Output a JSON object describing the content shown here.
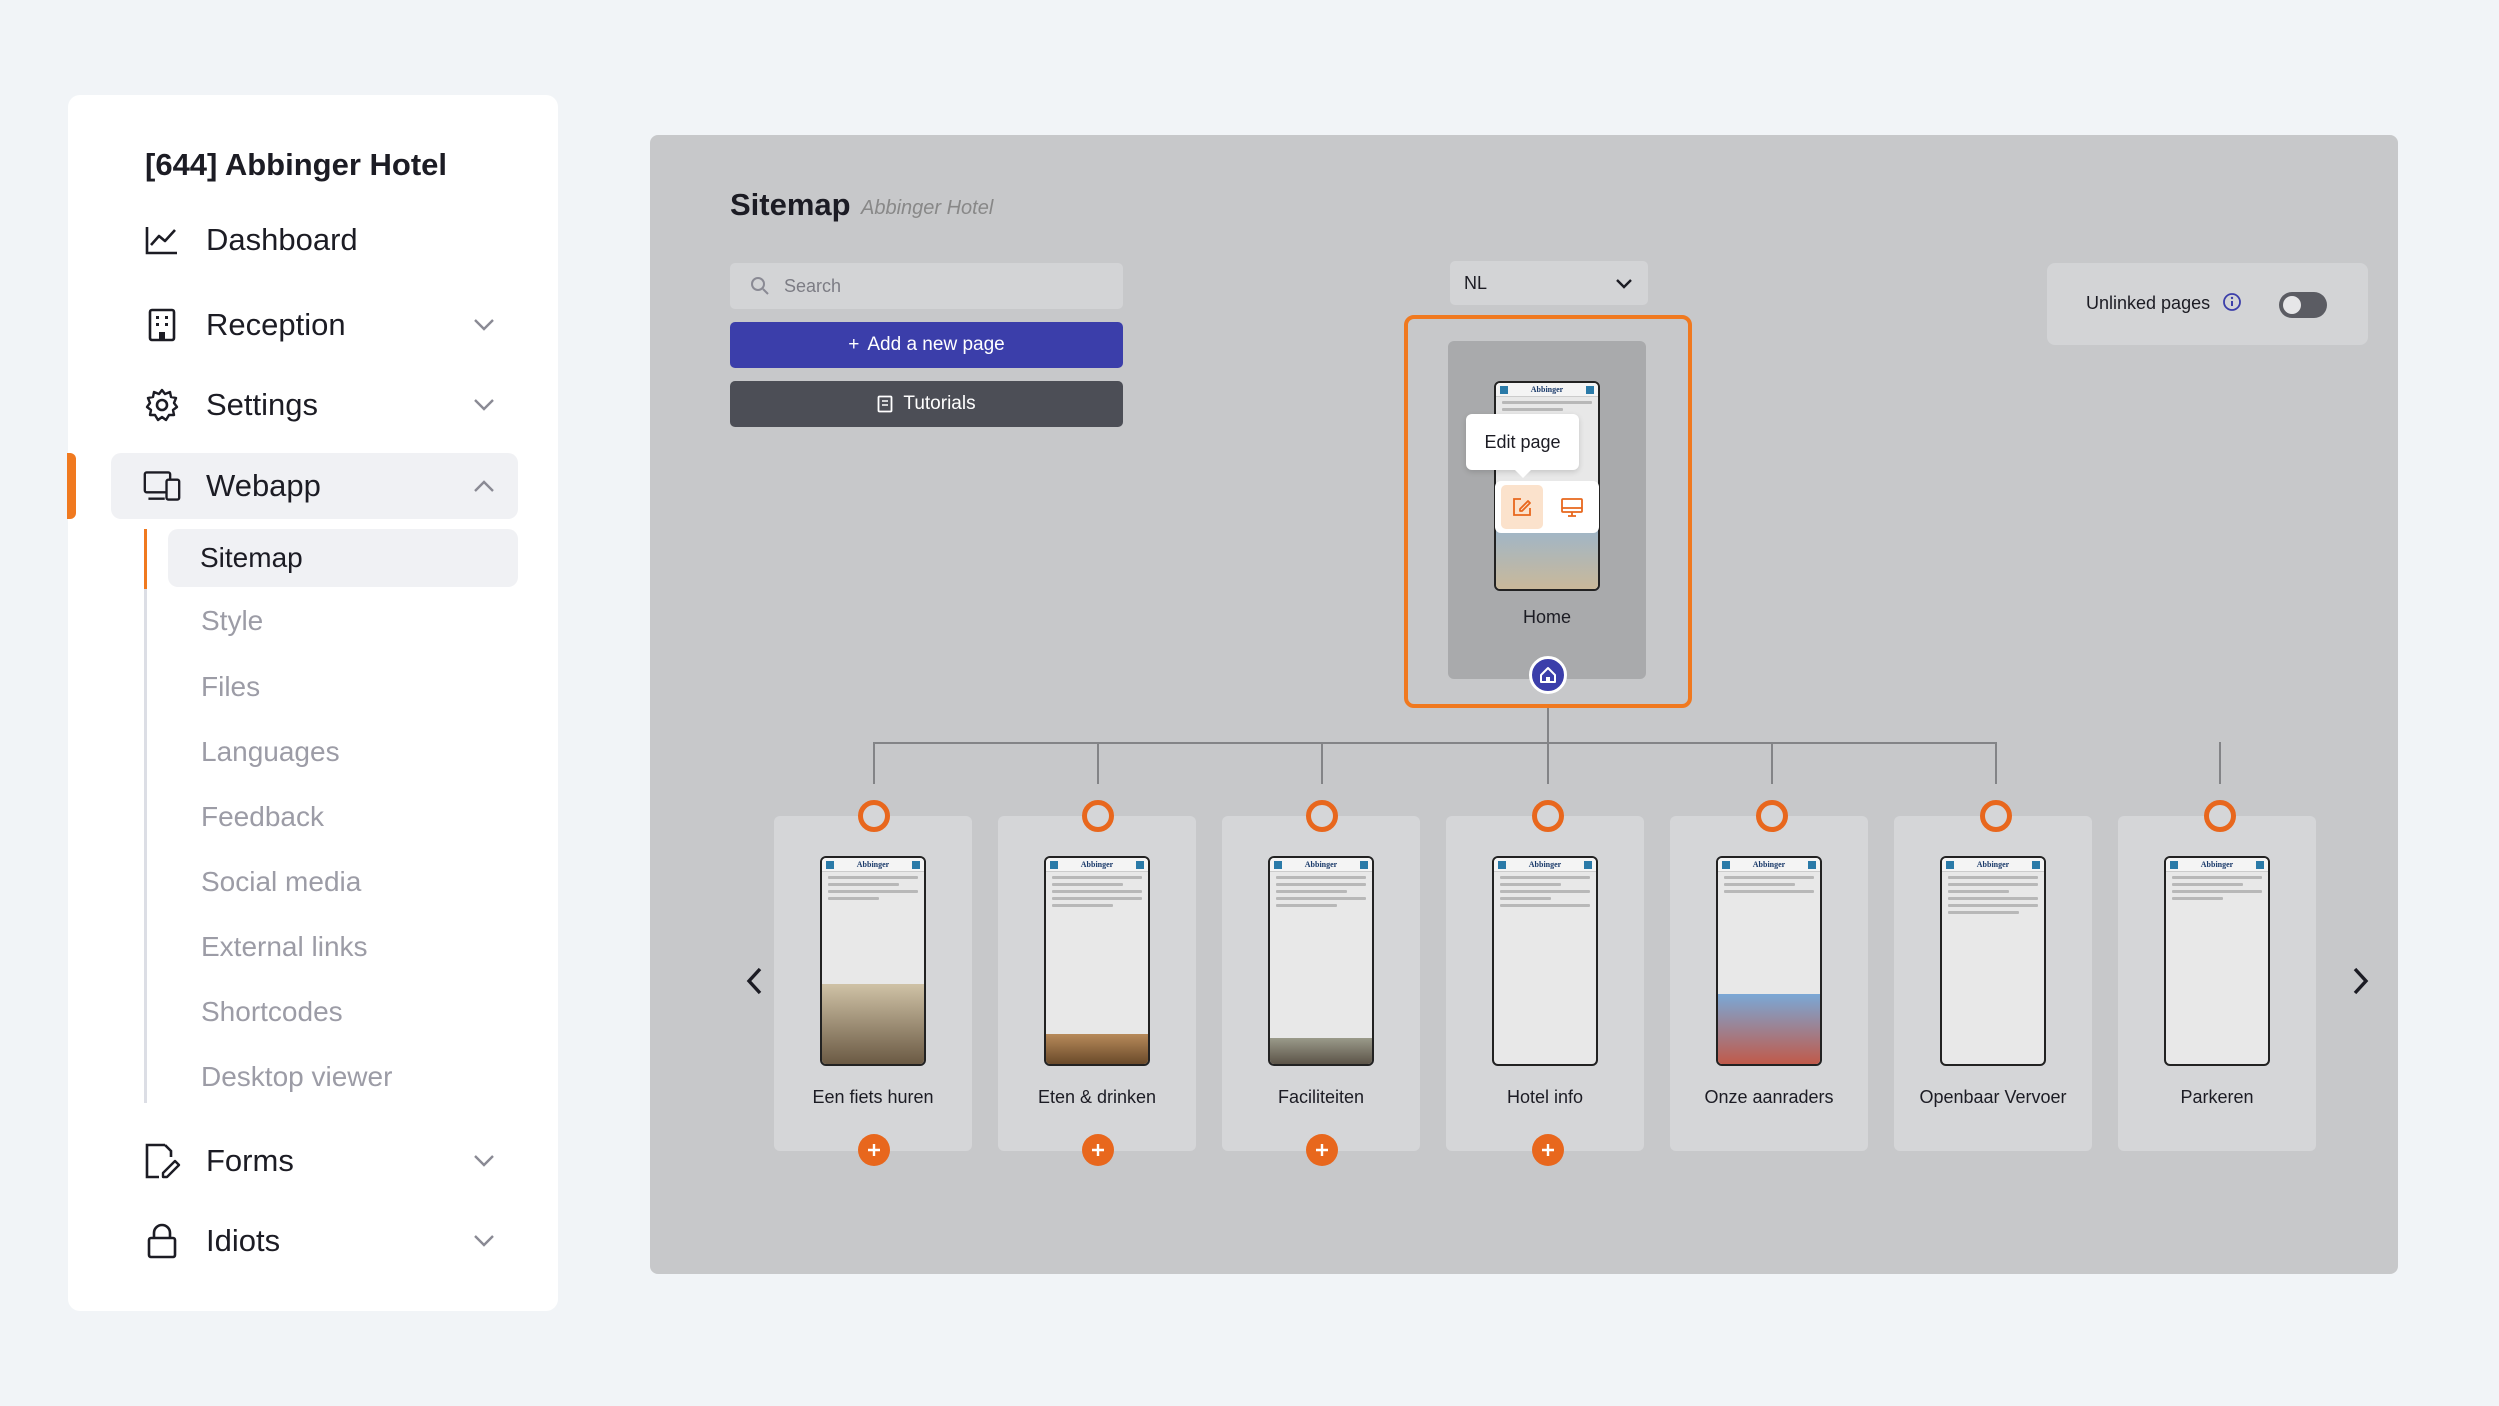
{
  "sidebar": {
    "brand": "[644] Abbinger Hotel",
    "nav": [
      {
        "label": "Dashboard",
        "icon": "chart-line-icon"
      },
      {
        "label": "Reception",
        "icon": "building-icon"
      },
      {
        "label": "Settings",
        "icon": "gear-icon"
      },
      {
        "label": "Webapp",
        "icon": "devices-icon"
      },
      {
        "label": "Forms",
        "icon": "file-edit-icon"
      },
      {
        "label": "Idiots",
        "icon": "lock-icon"
      }
    ],
    "webapp_sub": [
      "Sitemap",
      "Style",
      "Files",
      "Languages",
      "Feedback",
      "Social media",
      "External links",
      "Shortcodes",
      "Desktop viewer"
    ]
  },
  "main": {
    "title": "Sitemap",
    "subtitle": "Abbinger Hotel",
    "search_placeholder": "Search",
    "add_page_label": "Add a new page",
    "tutorials_label": "Tutorials",
    "language": "NL",
    "unlinked_label": "Unlinked pages",
    "unlinked_enabled": false,
    "home": {
      "label": "Home",
      "tooltip": "Edit page",
      "phone_brand": "Abbinger"
    },
    "children": [
      {
        "label": "Een fiets huren",
        "brand": "Abbinger"
      },
      {
        "label": "Eten & drinken",
        "brand": "Abbinger"
      },
      {
        "label": "Faciliteiten",
        "brand": "Abbinger"
      },
      {
        "label": "Hotel info",
        "brand": "Abbinger"
      },
      {
        "label": "Onze aanraders",
        "brand": "Abbinger"
      },
      {
        "label": "Openbaar Vervoer",
        "brand": "Abbinger"
      },
      {
        "label": "Parkeren",
        "brand": "Abbinger"
      }
    ]
  },
  "colors": {
    "accent": "#f0791f",
    "primary": "#3b3eaa",
    "dark_button": "#4c4e56"
  }
}
